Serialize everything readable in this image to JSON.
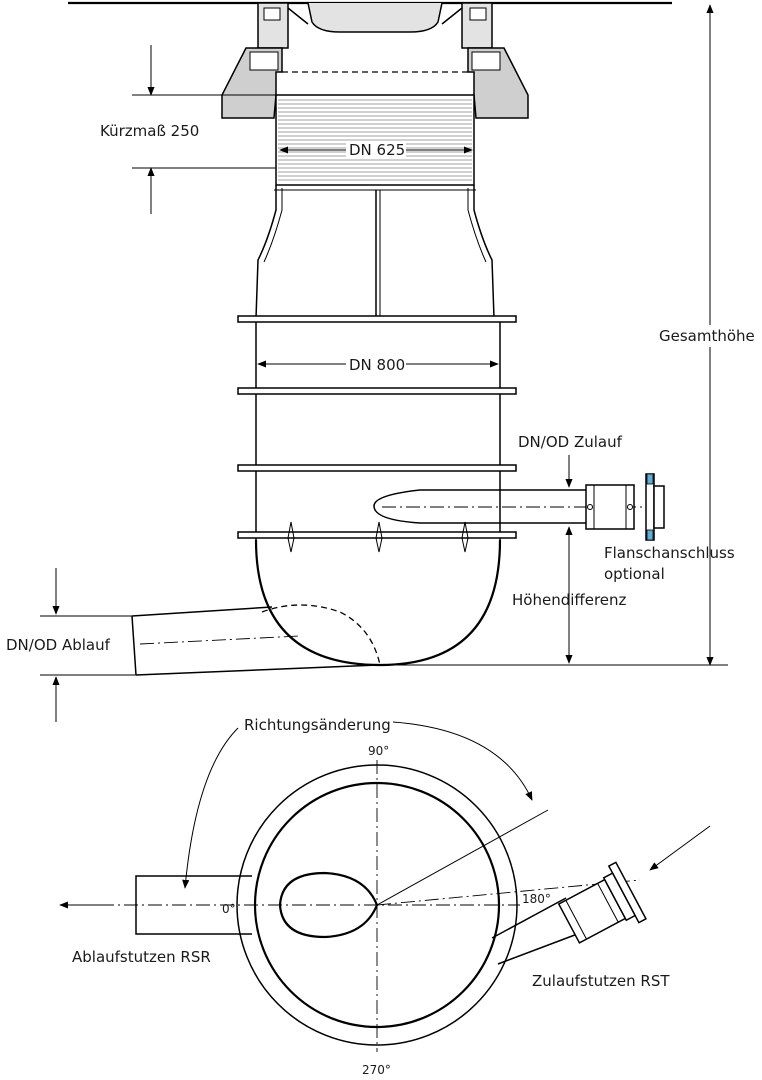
{
  "labels": {
    "kurzmass": "Kürzmaß 250",
    "dn625": "DN 625",
    "dn800": "DN 800",
    "gesamthoehe": "Gesamthöhe",
    "zulauf": "DN/OD Zulauf",
    "flansch1": "Flanschanschluss",
    "flansch2": "optional",
    "hoehendiff": "Höhendifferenz",
    "ablauf": "DN/OD Ablauf",
    "richtung": "Richtungsänderung",
    "deg90": "90°",
    "deg0": "0°",
    "deg180": "180°",
    "deg270": "270°",
    "rsr": "Ablaufstutzen RSR",
    "rst": "Zulaufstutzen RST"
  }
}
